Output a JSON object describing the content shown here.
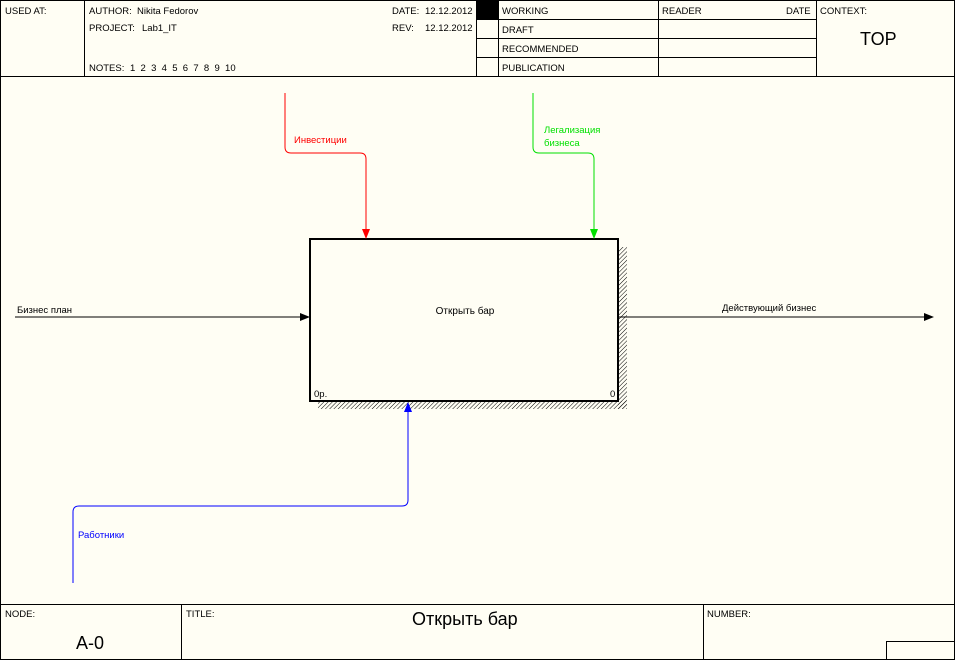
{
  "header": {
    "used_at_label": "USED AT:",
    "author_label": "AUTHOR:",
    "author_value": "Nikita Fedorov",
    "project_label": "PROJECT:",
    "project_value": "Lab1_IT",
    "date_label": "DATE:",
    "date_value": "12.12.2012",
    "rev_label": "REV:",
    "rev_value": "12.12.2012",
    "notes_label": "NOTES:",
    "notes_value": "1  2  3  4  5  6  7  8  9  10",
    "status": [
      "WORKING",
      "DRAFT",
      "RECOMMENDED",
      "PUBLICATION"
    ],
    "reader_label": "READER",
    "reader_date_label": "DATE",
    "context_label": "CONTEXT:",
    "context_value": "TOP"
  },
  "diagram": {
    "activity": {
      "name": "Открыть бар",
      "cost": "0р.",
      "number": "0"
    },
    "arrows": {
      "input": "Бизнес план",
      "output": "Действующий бизнес",
      "control_1": "Инвестиции",
      "control_2_line1": "Легализация",
      "control_2_line2": "бизнеса",
      "mechanism": "Работники"
    },
    "colors": {
      "control_1": "#ff0000",
      "control_2": "#00e000",
      "mechanism": "#0000ff",
      "background": "#fffef4"
    }
  },
  "footer": {
    "node_label": "NODE:",
    "node_value": "A-0",
    "title_label": "TITLE:",
    "title_value": "Открыть бар",
    "number_label": "NUMBER:"
  }
}
